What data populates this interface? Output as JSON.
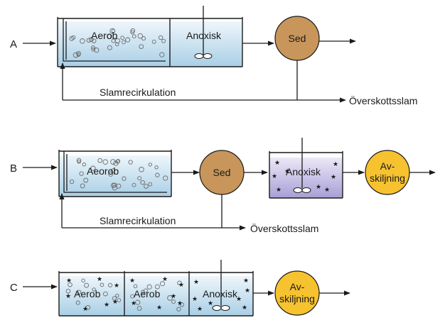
{
  "colors": {
    "water_top": "#eef6fb",
    "water_bottom": "#a9cfe6",
    "anoxic_top": "#ece8f7",
    "anoxic_bottom": "#a79fd6",
    "sed_fill": "#c8955b",
    "sep_fill": "#f6c230"
  },
  "rows": [
    {
      "label": "A",
      "tanks": [
        "Aerob",
        "Anoxisk"
      ],
      "sed": "Sed",
      "recirculation": "Slamrecirkulation",
      "excess": "Överskottsslam"
    },
    {
      "label": "B",
      "tanks": [
        "Aeorob",
        "Anoxisk"
      ],
      "sed": "Sed",
      "separation": [
        "Av-",
        "skiljning"
      ],
      "recirculation": "Slamrecirkulation",
      "excess": "Överskottsslam"
    },
    {
      "label": "C",
      "tanks": [
        "Aerob",
        "Aerob",
        "Anoxisk"
      ],
      "separation": [
        "Av-",
        "skiljning"
      ]
    }
  ]
}
